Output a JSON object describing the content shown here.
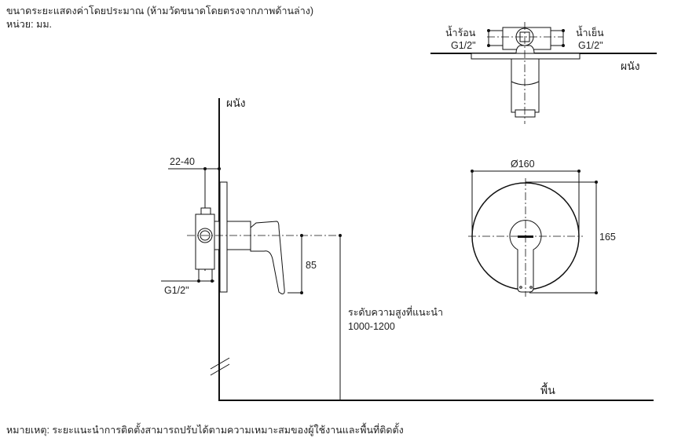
{
  "header": {
    "note_line1": "ขนาดระยะแสดงค่าโดยประมาณ (ห้ามวัดขนาดโดยตรงจากภาพด้านล่าง)",
    "note_line2": "หน่วย: มม."
  },
  "top_view": {
    "hot_label": "น้ำร้อน",
    "hot_size": "G1/2\"",
    "cold_label": "น้ำเย็น",
    "cold_size": "G1/2\"",
    "wall_label": "ผนัง"
  },
  "side_view": {
    "wall_label": "ผนัง",
    "floor_label": "พื้น",
    "depth_dim": "22-40",
    "thread_dim": "G1/2\"",
    "handle_dim": "85",
    "height_label": "ระดับความสูงที่แนะนำ",
    "height_value": "1000-1200"
  },
  "front_view": {
    "diameter_dim": "Ø160",
    "height_dim": "165"
  },
  "footer": {
    "remark": "หมายเหตุ: ระยะแนะนำการติดตั้งสามารถปรับได้ตามความเหมาะสมของผู้ใช้งานและพื้นที่ติดตั้ง"
  }
}
